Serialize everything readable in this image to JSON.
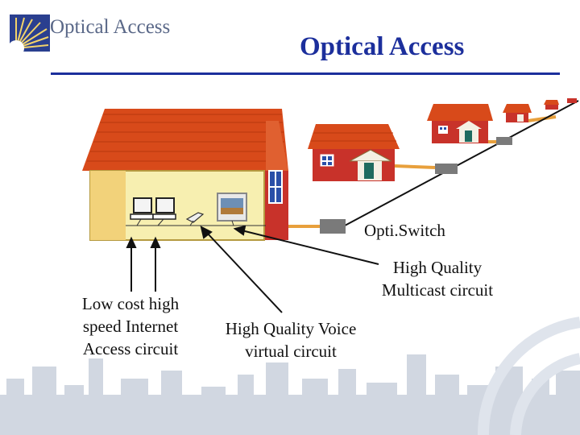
{
  "header": {
    "logo_text": "Optical Access",
    "title": "Optical Access",
    "accent_color": "#1c2f9c"
  },
  "diagram": {
    "switch_label": "Opti.Switch",
    "multicast_label_line1": "High Quality",
    "multicast_label_line2": "Multicast circuit",
    "internet_label_line1": "Low cost high",
    "internet_label_line2": "speed Internet",
    "internet_label_line3": "Access circuit",
    "voice_label_line1": "High Quality Voice",
    "voice_label_line2": "virtual circuit"
  },
  "colors": {
    "roof": "#d84a1a",
    "wall": "#c8322a",
    "fiber": "#e8a03c",
    "cable": "#111111",
    "switch": "#7a7a7a"
  }
}
